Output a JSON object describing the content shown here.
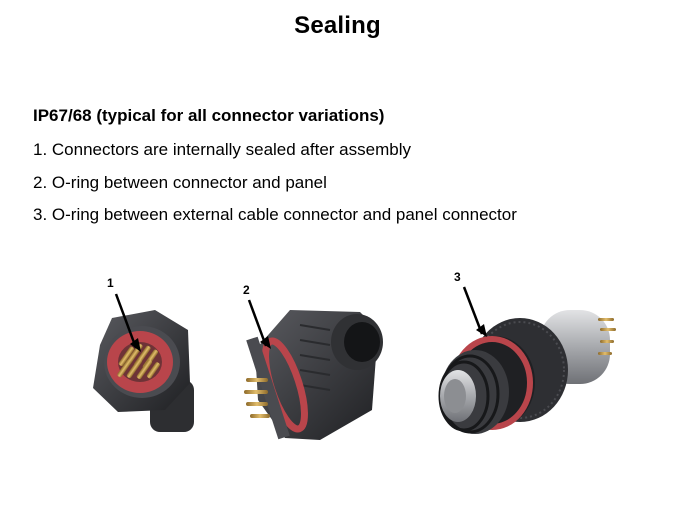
{
  "slide": {
    "title": "Sealing",
    "heading": "IP67/68 (typical for all connector variations)",
    "items": [
      "1. Connectors are internally sealed after assembly",
      "2. O-ring between connector and panel",
      "3. O-ring between external cable connector and panel connector"
    ]
  },
  "figures": [
    {
      "callout": "1",
      "icon": "connector-front-view"
    },
    {
      "callout": "2",
      "icon": "connector-panel-mount-side-view"
    },
    {
      "callout": "3",
      "icon": "connector-mated-cable-view"
    }
  ],
  "colors": {
    "seal_red": "#b9454b",
    "body_dark": "#3a3b3f",
    "metal": "#b7b9bc",
    "pin_gold": "#c79a45"
  }
}
